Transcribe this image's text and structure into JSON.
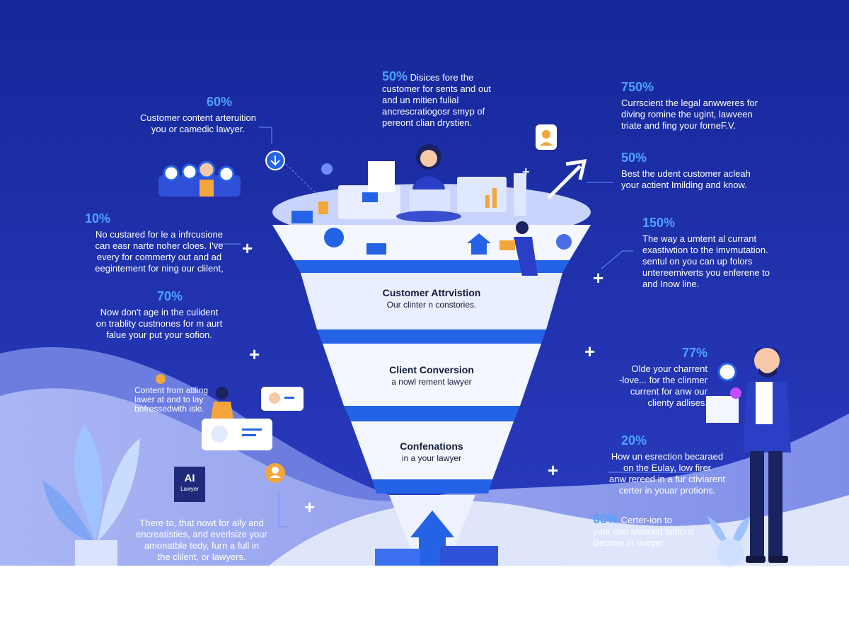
{
  "funnel": {
    "stage1": {
      "title": "Customer Attrvistion",
      "subtitle": "Our clinter n constories."
    },
    "stage2": {
      "title": "Client Conversion",
      "subtitle": "a nowl rement lawyer"
    },
    "stage3": {
      "title": "Confenations",
      "subtitle": "in a your lawyer"
    }
  },
  "logo": {
    "main": "AI",
    "sub": "Lawyer"
  },
  "notes": [
    {
      "id": "top-center",
      "pct": "50%",
      "lines": [
        "Disices fore the",
        "customer for sents and out",
        "and un mitien fulial",
        "ancrescratiogosr smyp of",
        "pereont clian drystien."
      ]
    },
    {
      "id": "top-left",
      "pct": "60%",
      "lines": [
        "Customer content arteruition",
        "you or camedic lawyer."
      ]
    },
    {
      "id": "left-1",
      "pct": "10%",
      "lines": [
        "No custared for le a infrcusione",
        "can easr narte noher cloes. I've",
        "every for commerty out and ad",
        "eegintement for ning our clilent,"
      ]
    },
    {
      "id": "left-2",
      "pct": "70%",
      "lines": [
        "Now don't age in the culident",
        "on trablity custnones for m aurt",
        "falue your put your sofion."
      ]
    },
    {
      "id": "left-3",
      "pct": "",
      "lines": [
        "Content from atlling",
        "lawer at and to lay",
        "bnfressedwith isle."
      ]
    },
    {
      "id": "bottom-left",
      "pct": "",
      "lines": [
        "There to, that nowt for ally and",
        "encreatisties, and everlsize your",
        "amonatble tedy, furn a full in",
        "the clilent, or lawyers."
      ]
    },
    {
      "id": "right-1",
      "pct": "750%",
      "lines": [
        "Currscient the legal anwweres for",
        "diving romine the ugint, lawveen",
        "triate and fing your forneF.V."
      ]
    },
    {
      "id": "right-2",
      "pct": "50%",
      "lines": [
        "Best the udent customer acleah",
        "your actient Imilding and know."
      ]
    },
    {
      "id": "right-3",
      "pct": "150%",
      "lines": [
        "The way a umtent al currant",
        "exastiwtion to the imvmutation.",
        "sentul on you can up folors",
        "untereemiverts you enferene to",
        "and Inow line."
      ]
    },
    {
      "id": "right-4",
      "pct": "77%",
      "lines": [
        "Olde your charrent",
        "-love... for the clinmer",
        "current for anw our",
        "clienty adlises."
      ]
    },
    {
      "id": "right-5",
      "pct": "20%",
      "lines": [
        "How un esrection becaraed",
        "on the Eulay, low firer",
        "anw rereed in a fur ctiviarent",
        "certer in youar protions."
      ]
    },
    {
      "id": "right-6",
      "pct": "60%",
      "inline": "Certer-ion to",
      "lines": [
        "your can sivaned lattions",
        "Becone in lawger."
      ]
    }
  ],
  "colors": {
    "background": "#1c2e9e",
    "accent": "#4da3ff",
    "funnel_band": "#2563e6",
    "funnel_light": "#e9efff",
    "wave": "#8f9ff0"
  },
  "icons": [
    "people-group-icon",
    "download-icon",
    "user-badge-icon",
    "trend-arrow-icon",
    "plus-icon",
    "avatar-icon",
    "chat-bubble-icon",
    "plant-icon",
    "person-laptop-icon"
  ]
}
